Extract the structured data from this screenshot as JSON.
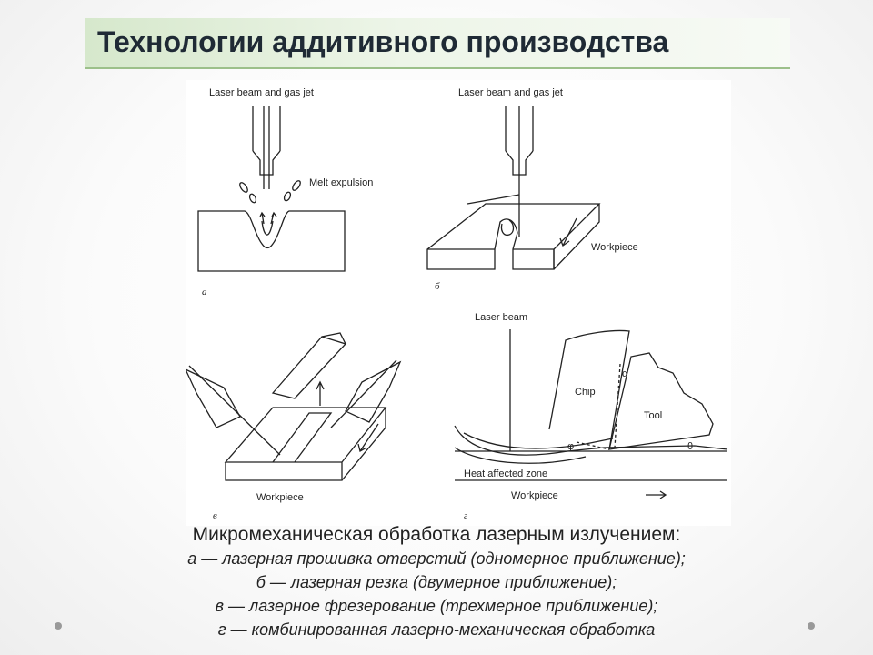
{
  "slide": {
    "title": "Технологии аддитивного производства"
  },
  "figure": {
    "panel_a": {
      "label_top": "Laser beam and gas jet",
      "label_melt": "Melt expulsion",
      "sub": "а"
    },
    "panel_b": {
      "label_top": "Laser beam and gas jet",
      "label_workpiece": "Workpiece",
      "sub": "б"
    },
    "panel_v": {
      "label_workpiece": "Workpiece",
      "sub": "в"
    },
    "panel_g": {
      "label_beam": "Laser beam",
      "label_chip": "Chip",
      "label_tool": "Tool",
      "label_haz": "Heat affected zone",
      "label_workpiece": "Workpiece",
      "alpha": "α",
      "phi": "φ",
      "theta": "θ",
      "sub": "г"
    }
  },
  "caption": {
    "heading": "Микромеханическая обработка лазерным излучением:",
    "lines": [
      "а — лазерная прошивка отверстий (одномерное приближение);",
      "б — лазерная резка (двумерное приближение);",
      "в — лазерное фрезерование (трехмерное приближение);",
      "г — комбинированная лазерно-механическая обработка"
    ]
  }
}
